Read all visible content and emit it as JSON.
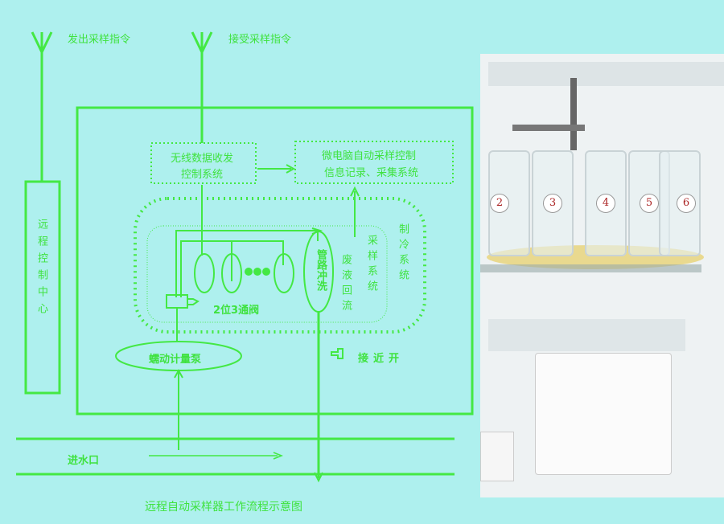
{
  "labels": {
    "send_cmd": "发出采样指令",
    "recv_cmd": "接受采样指令",
    "wireless": "无线数据收发控制系统",
    "wireless_l1": "无线数据收发",
    "wireless_l2": "控制系统",
    "mcu_l1": "微电脑自动采样控制",
    "mcu_l2": "信息记录、采集系统",
    "remote": "远程控制中心",
    "refrig": "制冷系统",
    "sampling": "采样系统",
    "waste": "废液回流",
    "flush": "管路冲洗",
    "valve": "2位3通阀",
    "pump": "蠕动计量泵",
    "proximity": "接近开",
    "inlet": "进水口",
    "caption": "远程自动采样器工作流程示意图"
  },
  "photo": {
    "bottle_numbers": [
      "2",
      "3",
      "4",
      "5",
      "6"
    ]
  },
  "colors": {
    "line": "#44e844",
    "background": "#aef0ee"
  }
}
